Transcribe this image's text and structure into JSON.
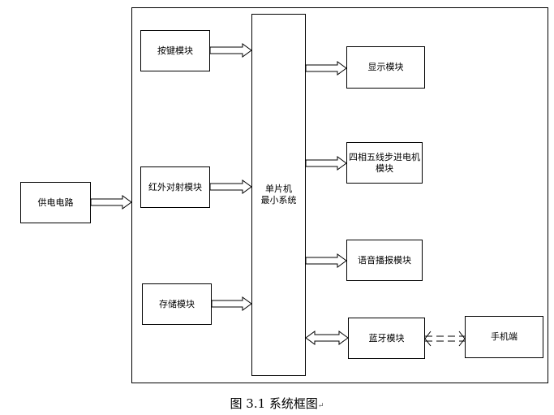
{
  "blocks": {
    "power": "供电电路",
    "keys": "按键模块",
    "ir": "红外对射模块",
    "storage": "存储模块",
    "mcu": "单片机\n最小系统",
    "display": "显示模块",
    "motor": "四相五线步进电机\n模块",
    "voice": "语音播报模块",
    "bluetooth": "蓝牙模块",
    "phone": "手机端"
  },
  "caption": {
    "text": "图 3.1 系统框图",
    "mark": "↵"
  }
}
